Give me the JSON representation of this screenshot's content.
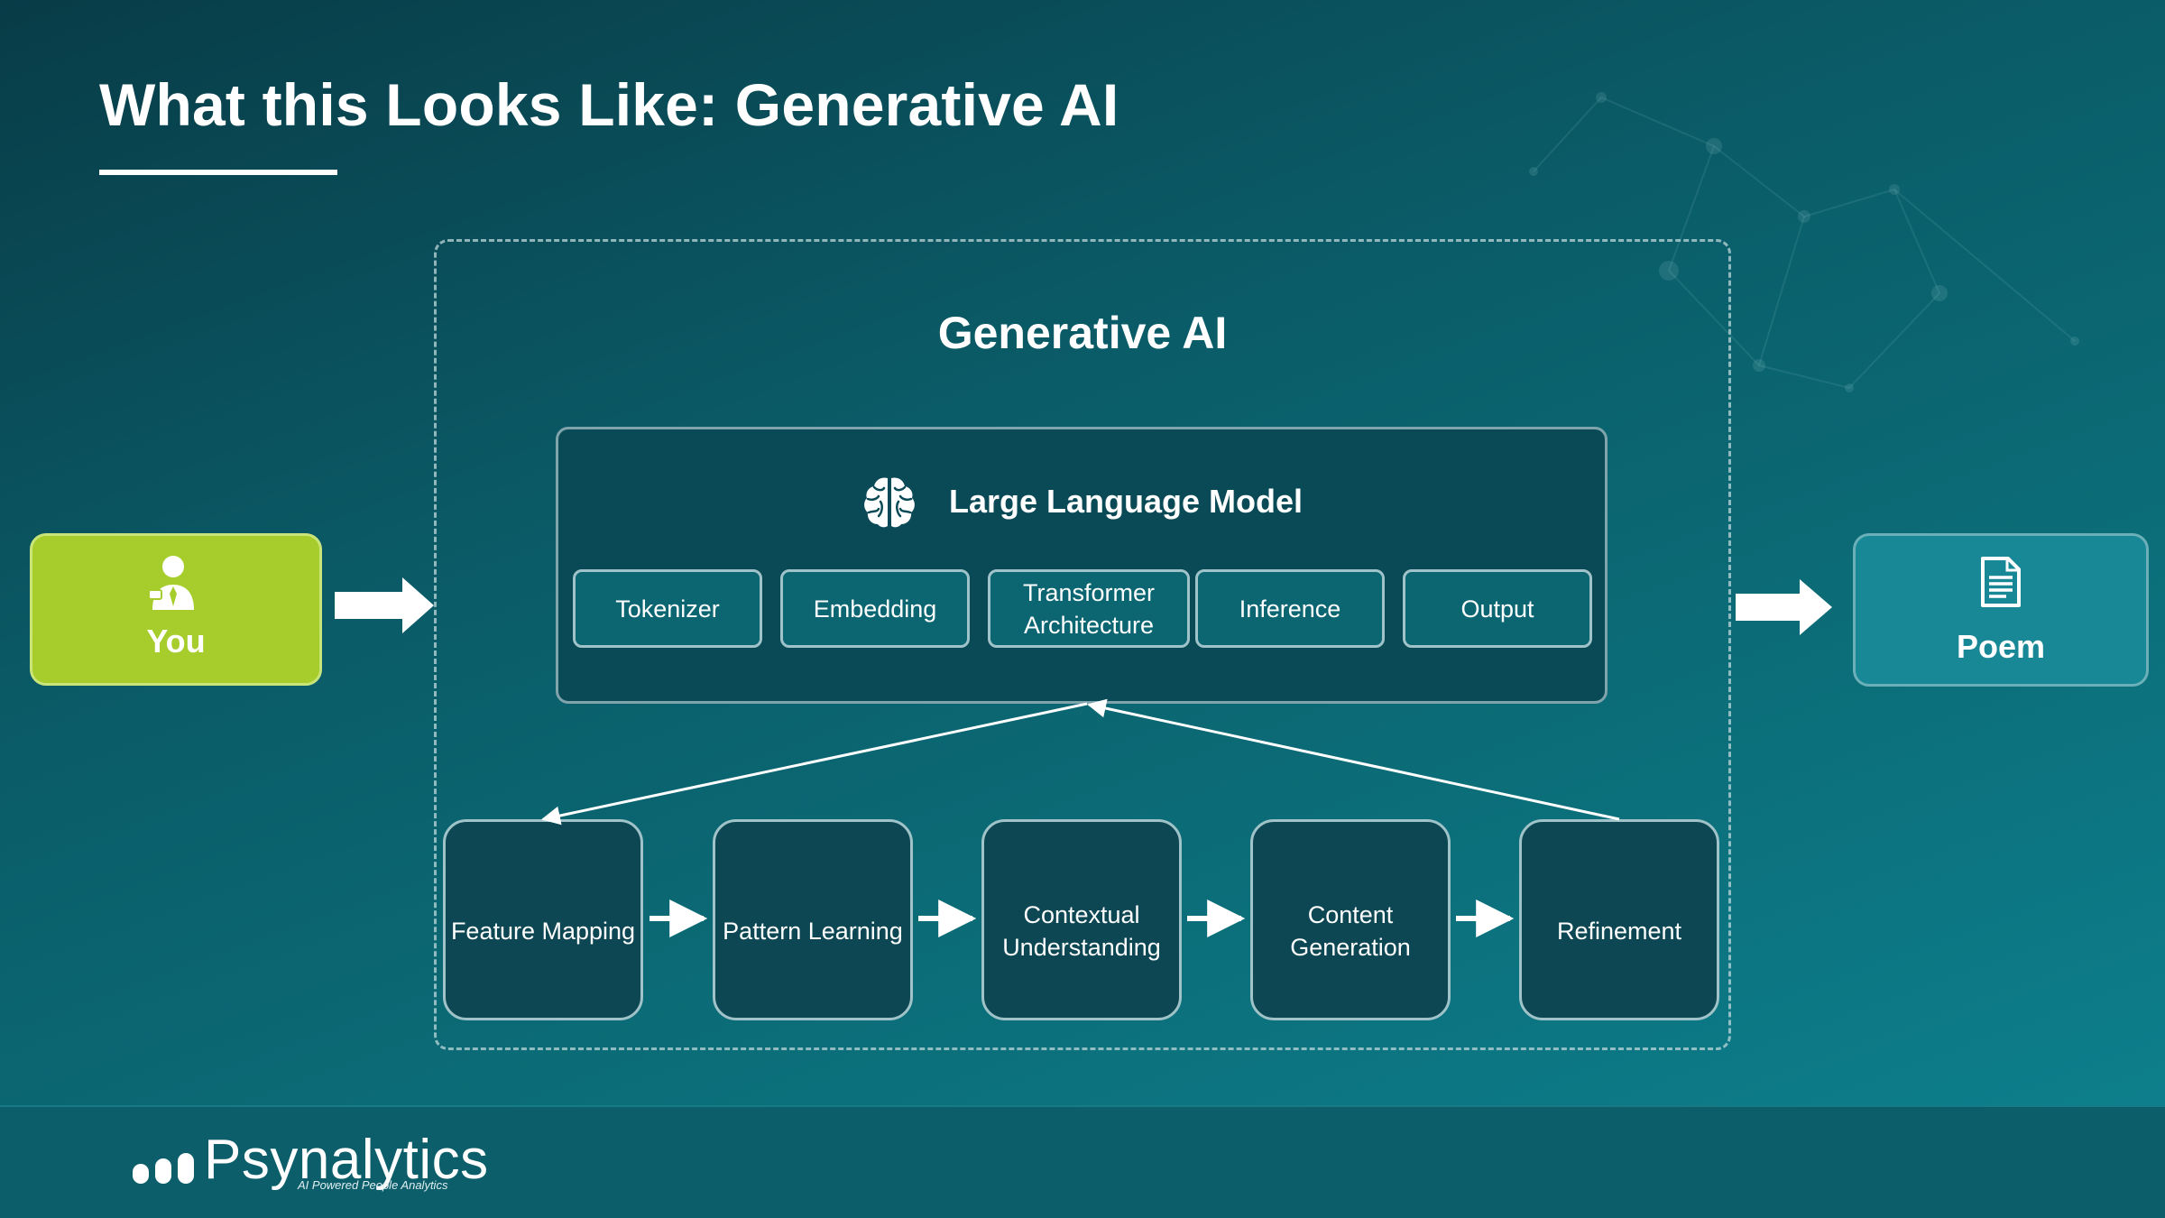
{
  "slide": {
    "title": "What this Looks Like: Generative AI"
  },
  "generative_ai": {
    "title": "Generative AI"
  },
  "llm": {
    "title": "Large Language Model",
    "components": [
      "Tokenizer",
      "Embedding",
      "Transformer Architecture",
      "Inference",
      "Output"
    ]
  },
  "steps": [
    "Feature Mapping",
    "Pattern Learning",
    "Contextual Understanding",
    "Content Generation",
    "Refinement"
  ],
  "input": {
    "label": "You",
    "icon": "person-icon"
  },
  "output": {
    "label": "Poem",
    "icon": "document-icon"
  },
  "footer": {
    "brand": "Psynalytics",
    "tagline": "AI Powered People Analytics"
  },
  "colors": {
    "input": "#a6cd2c",
    "output": "#198896",
    "background": "#0a5a66"
  }
}
